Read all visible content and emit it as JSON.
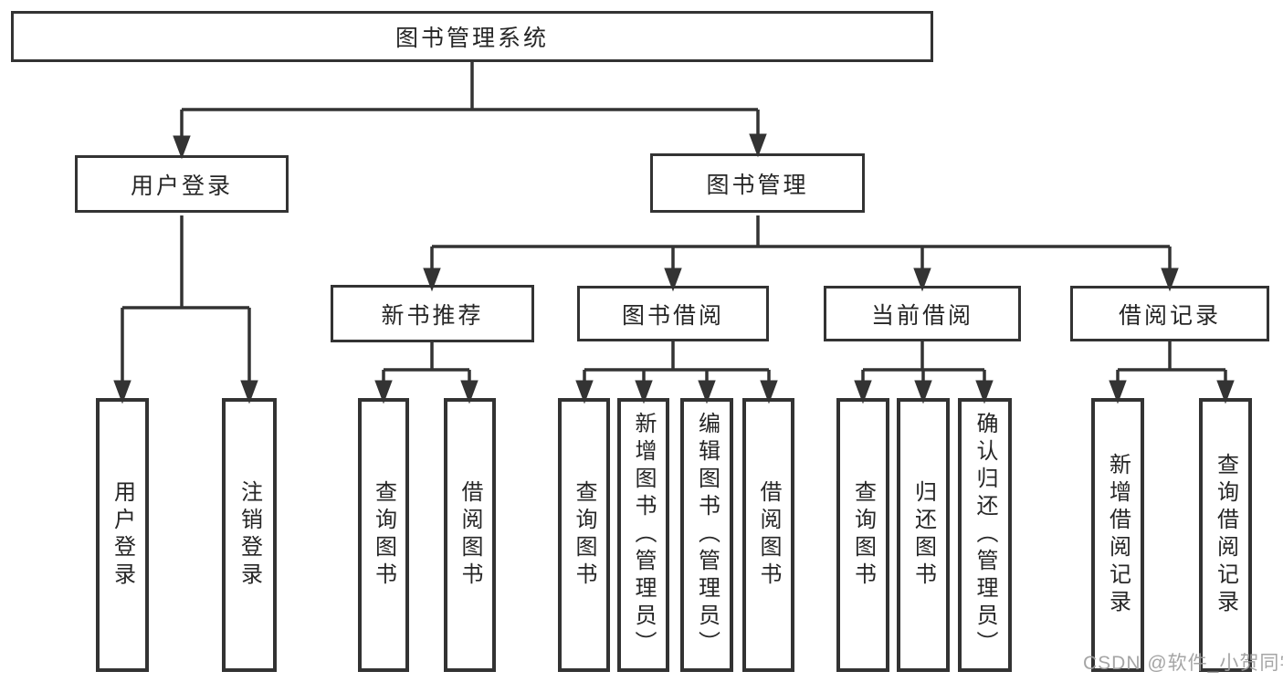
{
  "diagram": {
    "root": {
      "label": "图书管理系统"
    },
    "branches": [
      {
        "label": "用户登录",
        "children": [
          {
            "label": "用户登录"
          },
          {
            "label": "注销登录"
          }
        ]
      },
      {
        "label": "图书管理",
        "children": [
          {
            "label": "新书推荐",
            "children": [
              {
                "label": "查询图书"
              },
              {
                "label": "借阅图书"
              }
            ]
          },
          {
            "label": "图书借阅",
            "children": [
              {
                "label": "查询图书"
              },
              {
                "label": "新增图书（管理员）"
              },
              {
                "label": "编辑图书（管理员）"
              },
              {
                "label": "借阅图书"
              }
            ]
          },
          {
            "label": "当前借阅",
            "children": [
              {
                "label": "查询图书"
              },
              {
                "label": "归还图书"
              },
              {
                "label": "确认归还（管理员）"
              }
            ]
          },
          {
            "label": "借阅记录",
            "children": [
              {
                "label": "新增借阅记录"
              },
              {
                "label": "查询借阅记录"
              }
            ]
          }
        ]
      }
    ],
    "watermark": "CSDN @软件_小贺同学",
    "colors": {
      "line": "#333333",
      "text": "#262626",
      "background": "#ffffff",
      "watermark": "#9e9e9e"
    }
  }
}
